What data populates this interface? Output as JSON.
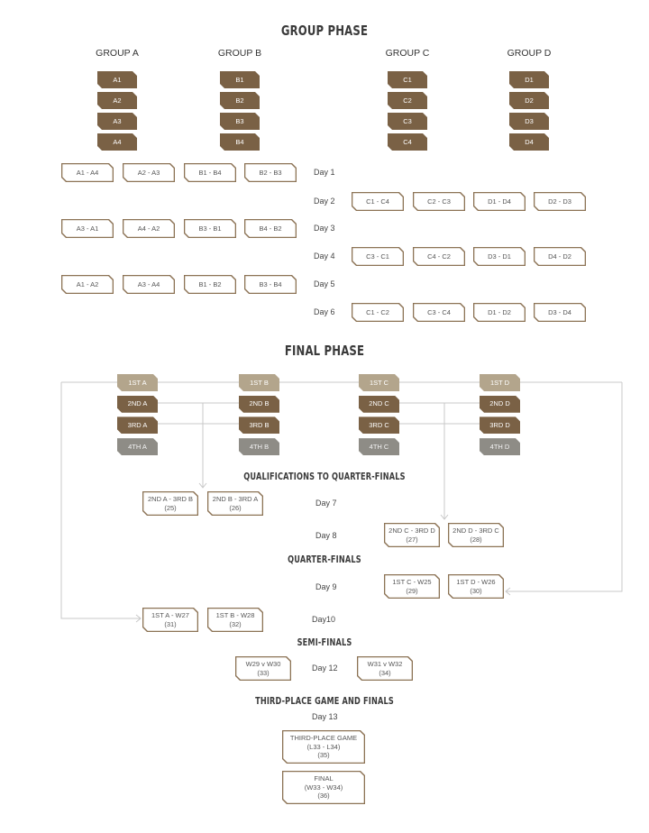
{
  "group_phase": {
    "title": "GROUP PHASE",
    "groups": [
      {
        "name": "GROUP A",
        "teams": [
          "A1",
          "A2",
          "A3",
          "A4"
        ]
      },
      {
        "name": "GROUP B",
        "teams": [
          "B1",
          "B2",
          "B3",
          "B4"
        ]
      },
      {
        "name": "GROUP C",
        "teams": [
          "C1",
          "C2",
          "C3",
          "C4"
        ]
      },
      {
        "name": "GROUP D",
        "teams": [
          "D1",
          "D2",
          "D3",
          "D4"
        ]
      }
    ],
    "days": [
      {
        "label": "Day 1",
        "side": "left",
        "matches": [
          "A1 - A4",
          "A2 - A3",
          "B1 - B4",
          "B2 - B3"
        ]
      },
      {
        "label": "Day 2",
        "side": "right",
        "matches": [
          "C1 - C4",
          "C2 - C3",
          "D1 - D4",
          "D2 - D3"
        ]
      },
      {
        "label": "Day 3",
        "side": "left",
        "matches": [
          "A3 - A1",
          "A4 - A2",
          "B3 - B1",
          "B4 - B2"
        ]
      },
      {
        "label": "Day 4",
        "side": "right",
        "matches": [
          "C3 - C1",
          "C4 - C2",
          "D3 - D1",
          "D4 - D2"
        ]
      },
      {
        "label": "Day 5",
        "side": "left",
        "matches": [
          "A1 - A2",
          "A3 - A4",
          "B1 - B2",
          "B3 - B4"
        ]
      },
      {
        "label": "Day 6",
        "side": "right",
        "matches": [
          "C1 - C2",
          "C3 - C4",
          "D1 - D2",
          "D3 - D4"
        ]
      }
    ]
  },
  "final_phase": {
    "title": "FINAL PHASE",
    "standings": [
      [
        "1ST A",
        "2ND A",
        "3RD A",
        "4TH A"
      ],
      [
        "1ST B",
        "2ND B",
        "3RD B",
        "4TH B"
      ],
      [
        "1ST C",
        "2ND C",
        "3RD C",
        "4TH C"
      ],
      [
        "1ST D",
        "2ND D",
        "3RD D",
        "4TH D"
      ]
    ],
    "sections": {
      "qualifications": "QUALIFICATIONS TO QUARTER-FINALS",
      "quarter_finals": "QUARTER-FINALS",
      "semi_finals": "SEMI-FINALS",
      "finals": "THIRD-PLACE GAME AND FINALS"
    },
    "days": {
      "day7": "Day 7",
      "day8": "Day 8",
      "day9": "Day 9",
      "day10": "Day10",
      "day12": "Day 12",
      "day13": "Day 13"
    },
    "matches": [
      {
        "line1": "2ND A - 3RD B",
        "line2": "(25)"
      },
      {
        "line1": "2ND B - 3RD A",
        "line2": "(26)"
      },
      {
        "line1": "2ND C - 3RD D",
        "line2": "(27)"
      },
      {
        "line1": "2ND D - 3RD C",
        "line2": "(28)"
      },
      {
        "line1": "1ST C - W25",
        "line2": "(29)"
      },
      {
        "line1": "1ST D - W26",
        "line2": "(30)"
      },
      {
        "line1": "1ST A - W27",
        "line2": "(31)"
      },
      {
        "line1": "1ST B - W28",
        "line2": "(32)"
      },
      {
        "line1": "W29 v W30",
        "line2": "(33)"
      },
      {
        "line1": "W31 v W32",
        "line2": "(34)"
      },
      {
        "line1": "THIRD-PLACE GAME",
        "line2": "(L33 - L34)",
        "line3": "(35)"
      },
      {
        "line1": "FINAL",
        "line2": "(W33 - W34)",
        "line3": "(36)"
      }
    ]
  },
  "colors": {
    "team": "#7a6145",
    "first": "#b3a58c",
    "fourth": "#8e8c86",
    "outline": "#8c7355",
    "line": "#c8c8c8"
  }
}
